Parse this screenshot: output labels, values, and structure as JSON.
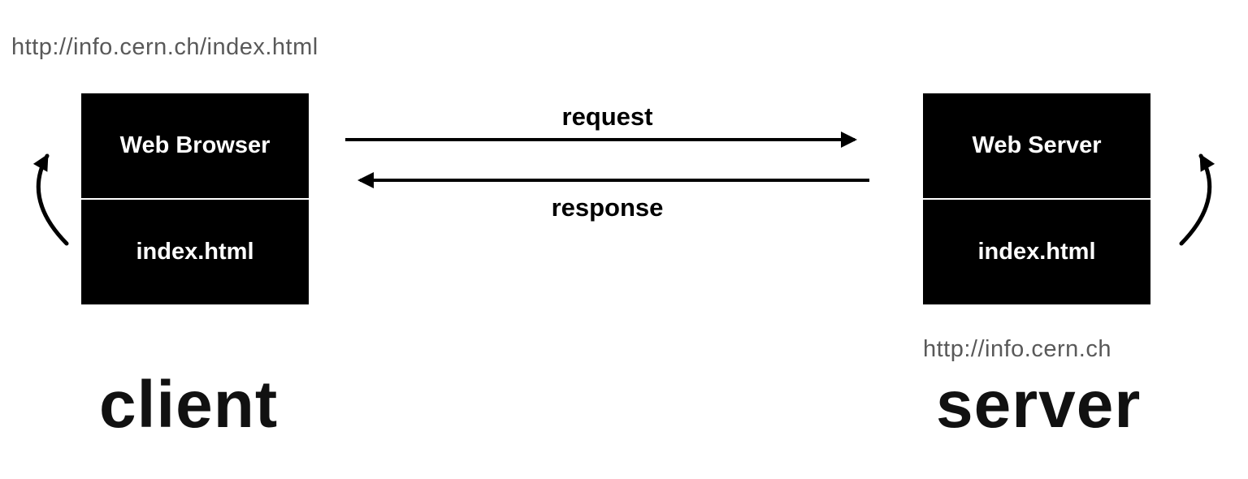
{
  "diagram": {
    "client_url": "http://info.cern.ch/index.html",
    "server_url": "http://info.cern.ch",
    "client_box": {
      "title": "Web Browser",
      "file": "index.html"
    },
    "server_box": {
      "title": "Web Server",
      "file": "index.html"
    },
    "arrows": {
      "request": "request",
      "response": "response"
    },
    "captions": {
      "client": "client",
      "server": "server"
    },
    "icons": {
      "client_refresh": "curved-arrow-icon",
      "server_refresh": "curved-arrow-icon"
    }
  },
  "colors": {
    "box_background": "#000000",
    "box_text": "#ffffff",
    "url_text": "#595959",
    "arrow": "#000000",
    "caption_text": "#111111",
    "page_background": "#ffffff"
  }
}
